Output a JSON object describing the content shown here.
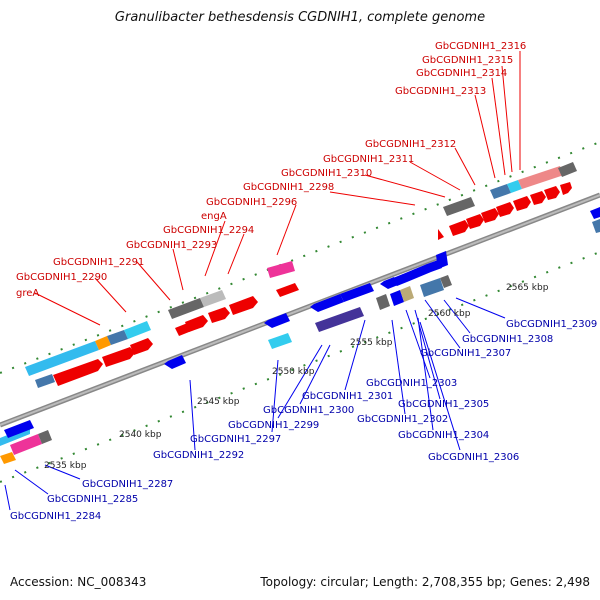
{
  "title": "Granulibacter bethesdensis CGDNIH1, complete genome",
  "footer": {
    "accession": "Accession: NC_008343",
    "summary": "Topology: circular; Length: 2,708,355 bp; Genes: 2,498"
  },
  "colors": {
    "forward_red": "#ee0000",
    "reverse_blue": "#0000ee",
    "red_label": "#cc0000",
    "blue_label": "#0000aa",
    "ruler_green": "#338833"
  },
  "kbp_ticks": [
    "2535 kbp",
    "2540 kbp",
    "2545 kbp",
    "2550 kbp",
    "2555 kbp",
    "2560 kbp",
    "2565 kbp"
  ],
  "red_labels": [
    "GbCGDNIH1_2316",
    "GbCGDNIH1_2315",
    "GbCGDNIH1_2314",
    "GbCGDNIH1_2313",
    "GbCGDNIH1_2312",
    "GbCGDNIH1_2311",
    "GbCGDNIH1_2310",
    "GbCGDNIH1_2298",
    "GbCGDNIH1_2296",
    "engA",
    "GbCGDNIH1_2294",
    "GbCGDNIH1_2293",
    "GbCGDNIH1_2291",
    "GbCGDNIH1_2290",
    "greA"
  ],
  "blue_labels": [
    "GbCGDNIH1_2309",
    "GbCGDNIH1_2308",
    "GbCGDNIH1_2307",
    "GbCGDNIH1_2303",
    "GbCGDNIH1_2305",
    "GbCGDNIH1_2301",
    "GbCGDNIH1_2302",
    "GbCGDNIH1_2304",
    "GbCGDNIH1_2300",
    "GbCGDNIH1_2306",
    "GbCGDNIH1_2299",
    "GbCGDNIH1_2297",
    "GbCGDNIH1_2292",
    "GbCGDNIH1_2287",
    "GbCGDNIH1_2285",
    "GbCGDNIH1_2284"
  ]
}
